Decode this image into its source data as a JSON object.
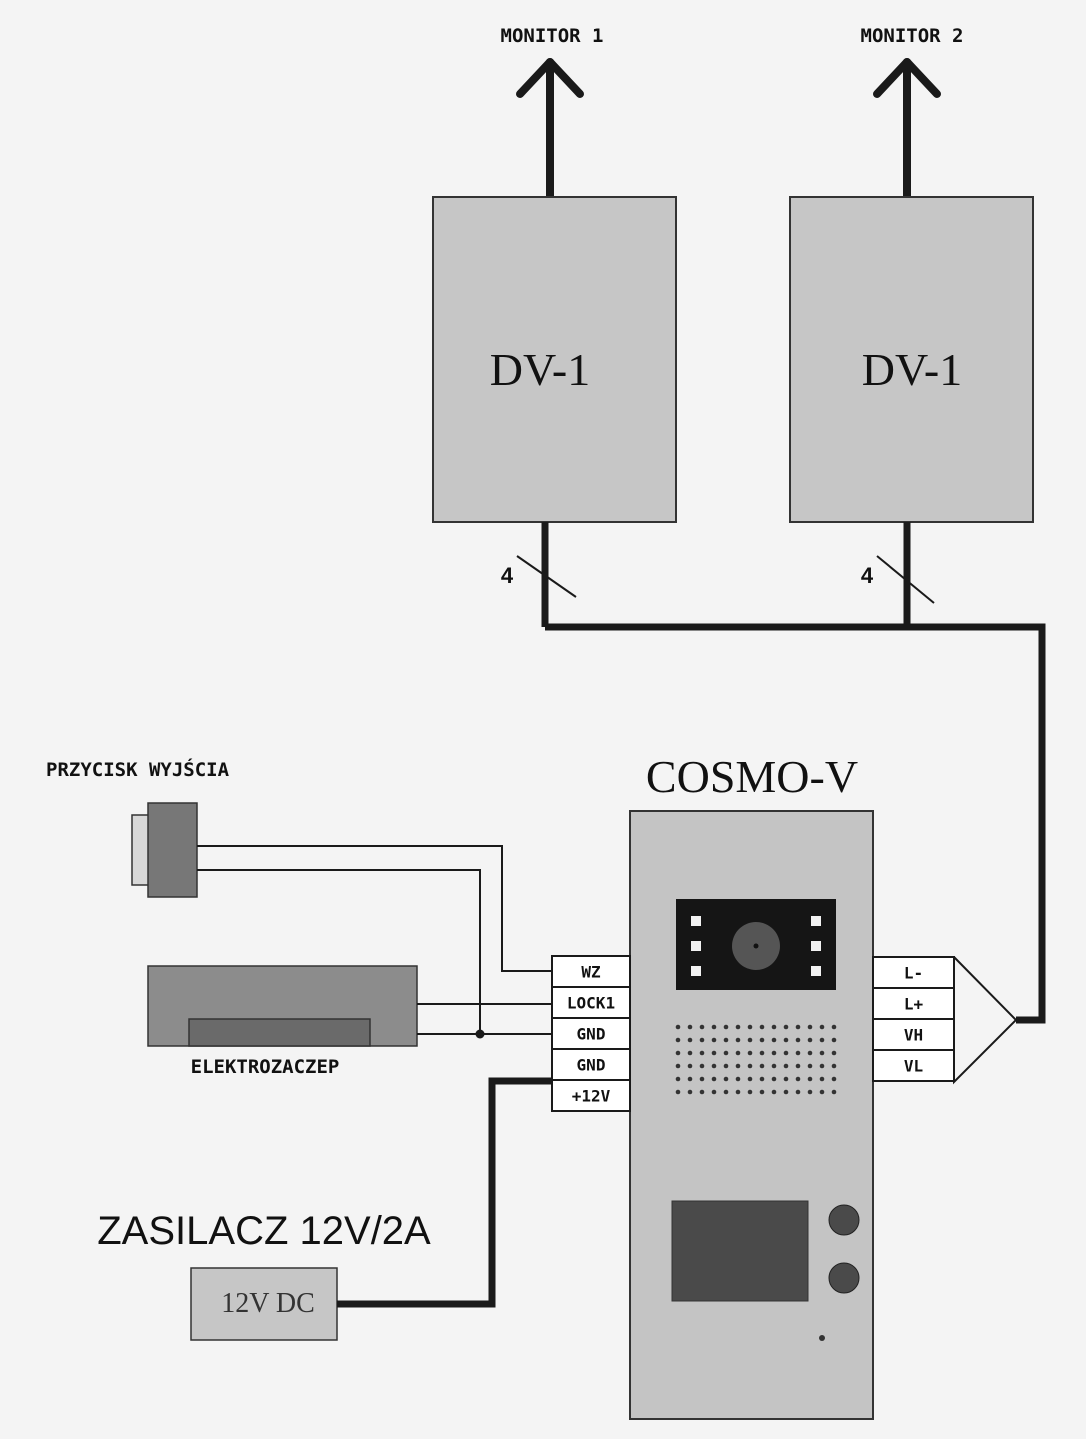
{
  "monitors": [
    {
      "label": "MONITOR 1"
    },
    {
      "label": "MONITOR 2"
    }
  ],
  "dv_modules": [
    {
      "label": "DV-1",
      "bus_count": "4"
    },
    {
      "label": "DV-1",
      "bus_count": "4"
    }
  ],
  "exit_button": {
    "label": "PRZYCISK WYJŚCIA"
  },
  "door_strike": {
    "label": "ELEKTROZACZEP"
  },
  "power_supply": {
    "title": "ZASILACZ 12V/2A",
    "label": "12V DC"
  },
  "panel": {
    "title": "COSMO-V",
    "left_terminals": [
      "WZ",
      "LOCK1",
      "GND",
      "GND",
      "+12V"
    ],
    "right_terminals": [
      "L-",
      "L+",
      "VH",
      "VL"
    ]
  },
  "colors": {
    "background": "#f4f4f4",
    "box_fill": "#c6c6c6",
    "panel_fill": "#c4c4c4",
    "wire": "#1a1a1a",
    "camera": "#151515",
    "keypad": "#4a4a4a"
  }
}
